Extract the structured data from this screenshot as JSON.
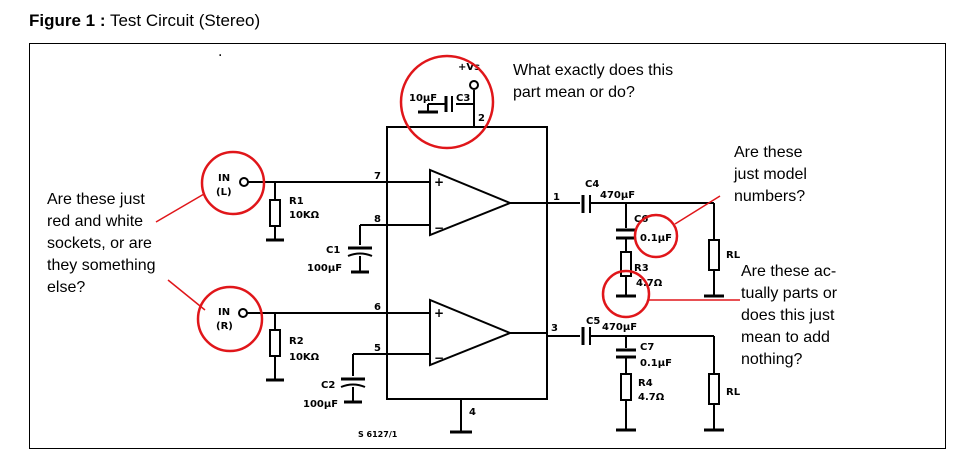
{
  "title": {
    "figure": "Figure 1 :",
    "caption": "Test Circuit (Stereo)"
  },
  "questions": {
    "q1": [
      "What exactly does this",
      "part mean or do?"
    ],
    "q2": [
      "Are these just",
      "red and white",
      "sockets, or are",
      "they something",
      "else?"
    ],
    "q3": [
      "Are these",
      "just model",
      "numbers?"
    ],
    "q4": [
      "Are these ac-",
      "tually parts or",
      "does this just",
      "mean to add",
      "nothing?"
    ]
  },
  "labels": {
    "vs": "+Vs",
    "c3_val": "10μF",
    "c3": "C3",
    "pin2": "2",
    "pin7": "7",
    "pin8": "8",
    "pin6": "6",
    "pin5": "5",
    "pin1": "1",
    "pin3": "3",
    "pin4": "4",
    "in_l_1": "IN",
    "in_l_2": "(L)",
    "in_r_1": "IN",
    "in_r_2": "(R)",
    "r1": "R1",
    "r1_val": "10KΩ",
    "r2": "R2",
    "r2_val": "10KΩ",
    "c1": "C1",
    "c1_val": "100μF",
    "c2": "C2",
    "c2_val": "100μF",
    "c4": "C4",
    "c4_val": "470μF",
    "c5": "C5",
    "c5_val": "470μF",
    "c6": "C6",
    "c6_val": "0.1μF",
    "c7": "C7",
    "c7_val": "0.1μF",
    "r3": "R3",
    "r3_val": "4.7Ω",
    "r4": "R4",
    "r4_val": "4.7Ω",
    "rl1": "RL",
    "rl2": "RL",
    "code": "S 6127/1"
  },
  "colors": {
    "annotation": "#e0161a",
    "ink": "#000000"
  }
}
